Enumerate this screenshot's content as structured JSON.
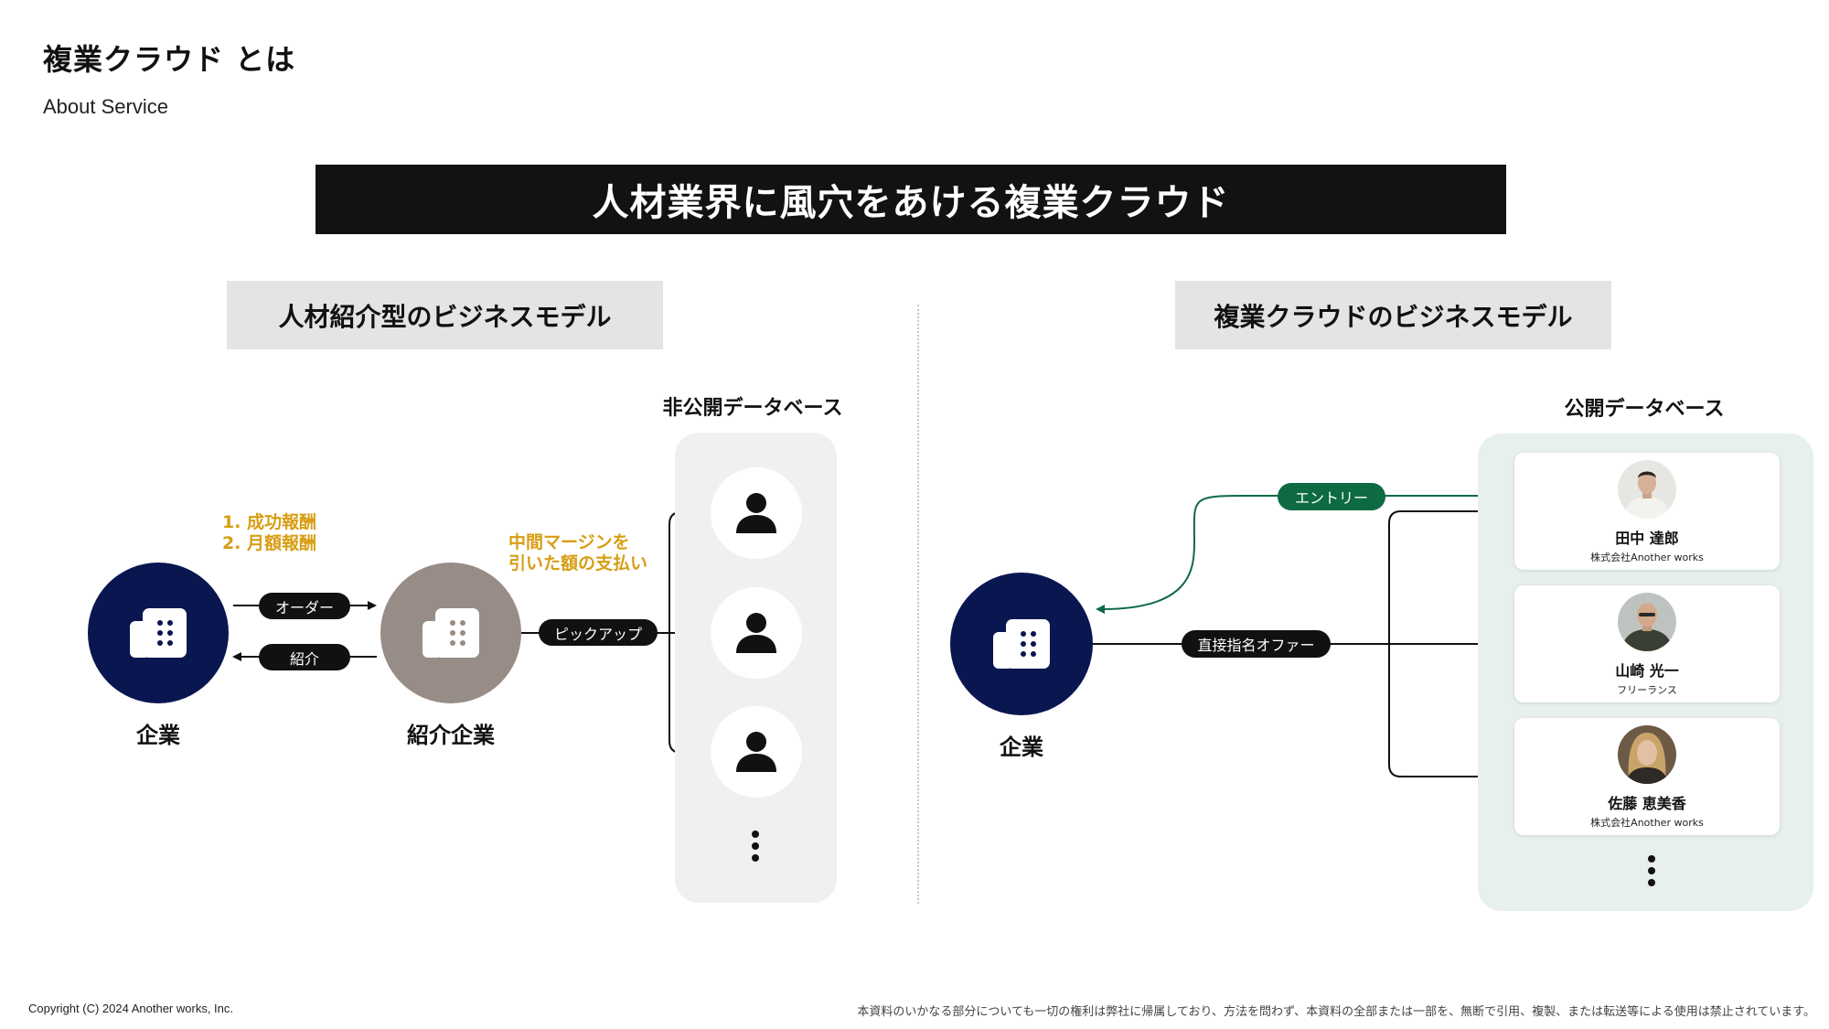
{
  "header": {
    "title": "複業クラウド とは",
    "subtitle": "About Service"
  },
  "banner": "人材業界に風穴をあける複業クラウド",
  "left": {
    "section_title": "人材紹介型のビジネスモデル",
    "db_label": "非公開データベース",
    "company_label": "企業",
    "agency_label": "紹介企業",
    "fees": "1. 成功報酬\n2. 月額報酬",
    "margin_note": "中間マージンを\n引いた額の支払い",
    "order_pill": "オーダー",
    "intro_pill": "紹介",
    "pickup_pill": "ピックアップ"
  },
  "right": {
    "section_title": "複業クラウドのビジネスモデル",
    "db_label": "公開データベース",
    "company_label": "企業",
    "entry_pill": "エントリー",
    "offer_pill": "直接指名オファー",
    "people": [
      {
        "name": "田中 達郎",
        "company": "株式会社Another works"
      },
      {
        "name": "山崎 光一",
        "company": "フリーランス"
      },
      {
        "name": "佐藤 恵美香",
        "company": "株式会社Another works"
      }
    ]
  },
  "footer": {
    "copyright": "Copyright (C) 2024 Another works, Inc.",
    "notice": "本資料のいかなる部分についても一切の権利は弊社に帰属しており、方法を問わず、本資料の全部または一部を、無断で引用、複製、または転送等による使用は禁止されています。"
  },
  "colors": {
    "navy": "#0a1650",
    "agency_gray": "#978c86",
    "gold": "#d79e14",
    "entry_green": "#0e6a43",
    "public_db_bg": "#e7f0ec",
    "private_db_bg": "#f0f0f0"
  },
  "icons": {
    "building": "building-icon",
    "person": "person-icon",
    "more": "vertical-ellipsis-icon"
  }
}
